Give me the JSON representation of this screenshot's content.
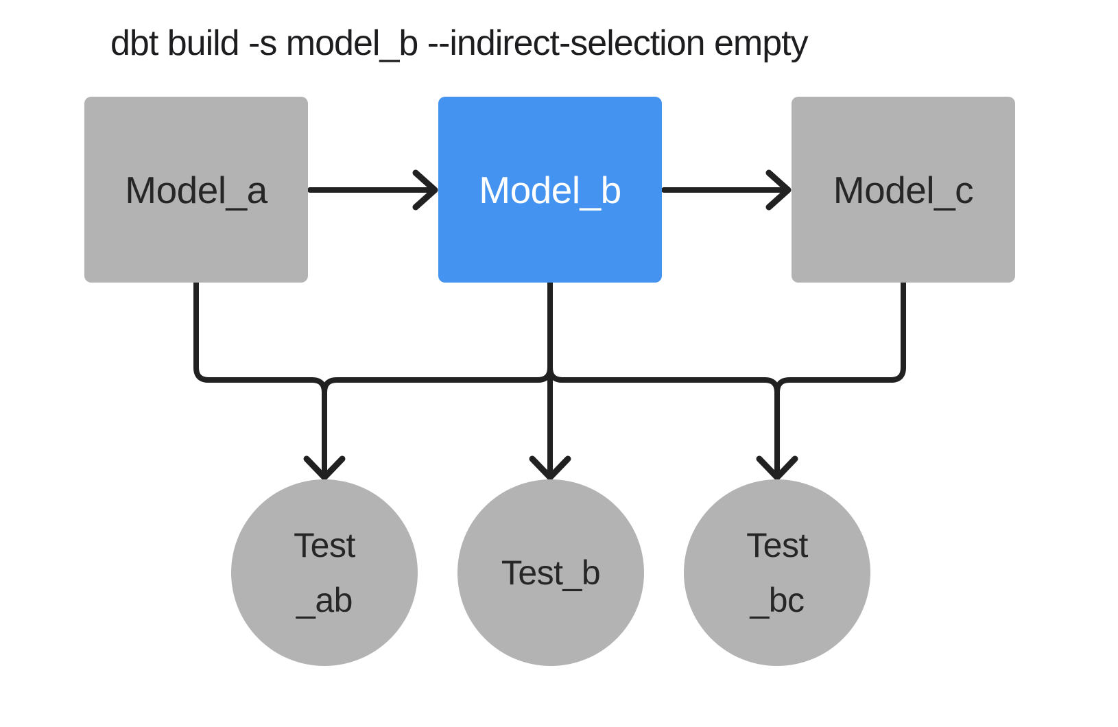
{
  "title": "dbt build -s model_b --indirect-selection empty",
  "models": [
    {
      "id": "model_a",
      "label": "Model_a",
      "state": "unselected"
    },
    {
      "id": "model_b",
      "label": "Model_b",
      "state": "selected"
    },
    {
      "id": "model_c",
      "label": "Model_c",
      "state": "unselected"
    }
  ],
  "tests": [
    {
      "id": "test_ab",
      "lines": [
        "Test",
        "_ab"
      ]
    },
    {
      "id": "test_b",
      "lines": [
        "Test_b"
      ]
    },
    {
      "id": "test_bc",
      "lines": [
        "Test",
        "_bc"
      ]
    }
  ],
  "edges": [
    {
      "from": "model_a",
      "to": "model_b"
    },
    {
      "from": "model_b",
      "to": "model_c"
    },
    {
      "from": "model_a",
      "to": "test_ab"
    },
    {
      "from": "model_b",
      "to": "test_ab"
    },
    {
      "from": "model_b",
      "to": "test_b"
    },
    {
      "from": "model_b",
      "to": "test_bc"
    },
    {
      "from": "model_c",
      "to": "test_bc"
    }
  ],
  "colors": {
    "selected_fill": "#4493f0",
    "unselected_fill": "#b3b3b3",
    "edge_color": "#212121",
    "selected_text": "#ffffff",
    "text_color": "#262626",
    "title_color": "#1d1d1f",
    "background": "#ffffff"
  }
}
